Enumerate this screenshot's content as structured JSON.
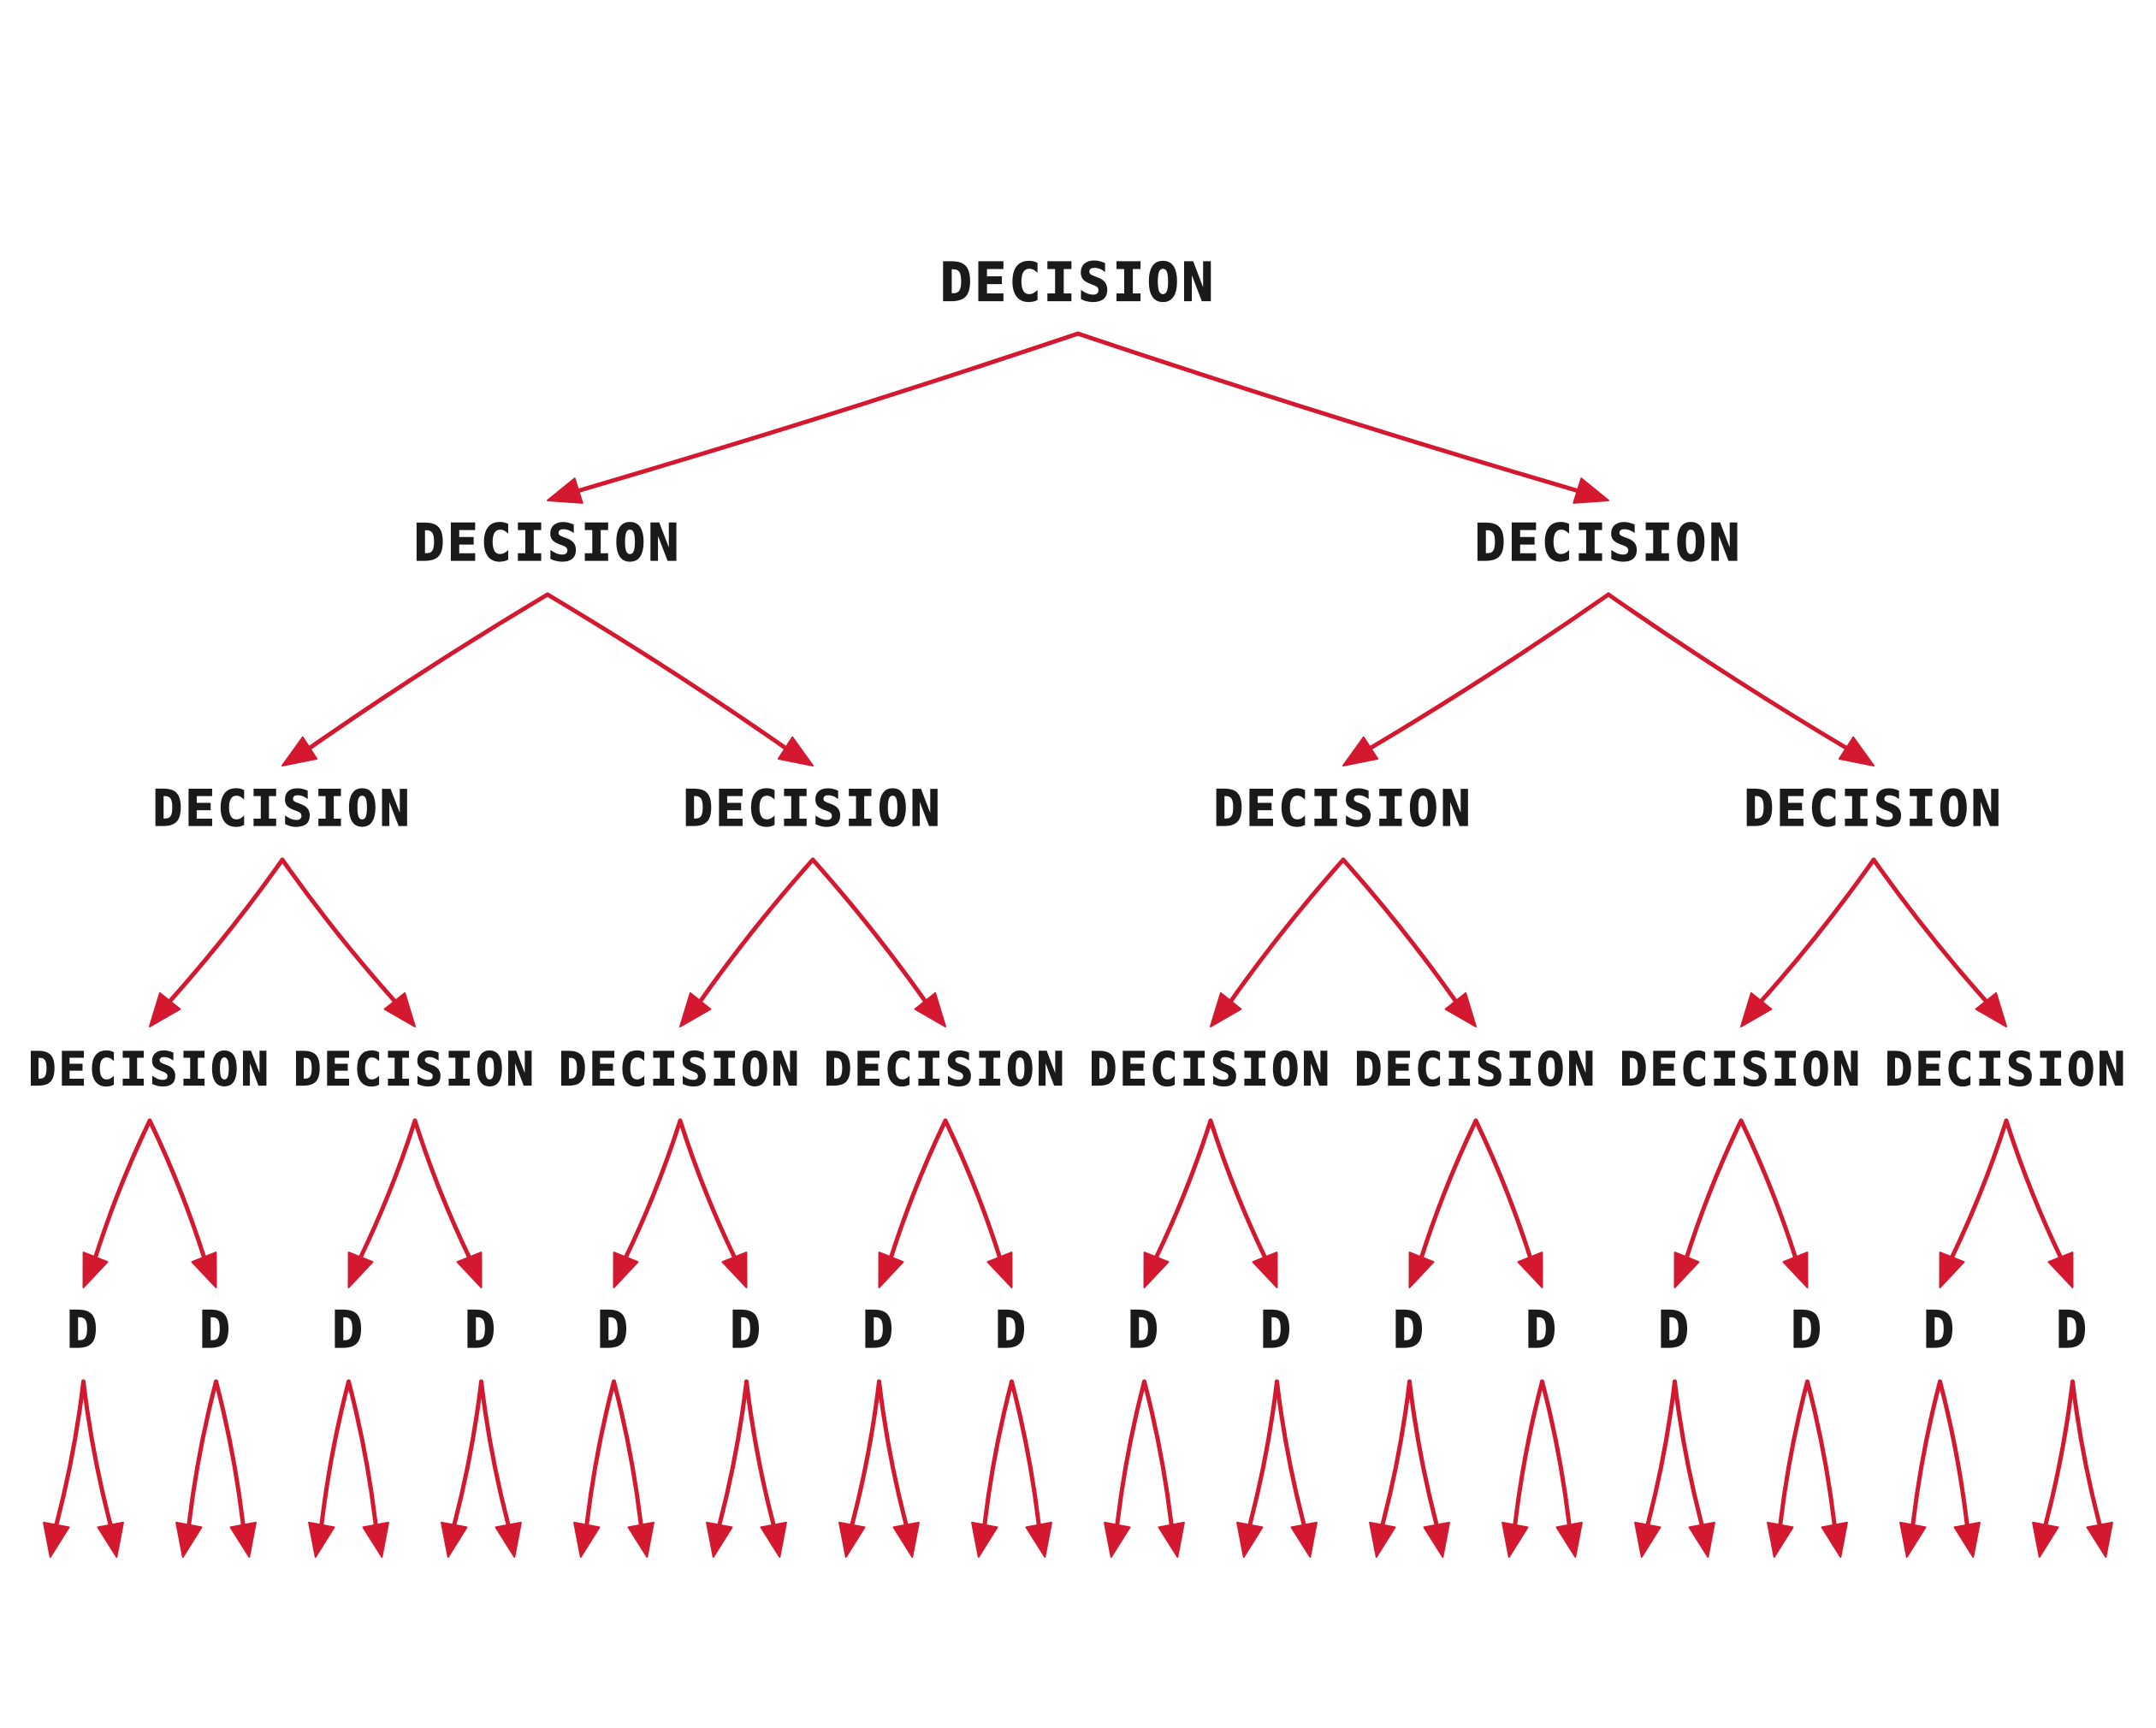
{
  "diagram": {
    "arrow_color": "#d4182f",
    "text_color": "#1a1a1a",
    "background": "#ffffff",
    "root": {
      "label": "DECISION",
      "children": [
        {
          "label": "DECISION",
          "children": [
            {
              "label": "DECISION",
              "children": [
                {
                  "label": "DECISION",
                  "children": [
                    {
                      "label": "D",
                      "children": [
                        {
                          "label": ""
                        },
                        {
                          "label": ""
                        }
                      ]
                    },
                    {
                      "label": "D",
                      "children": [
                        {
                          "label": ""
                        },
                        {
                          "label": ""
                        }
                      ]
                    }
                  ]
                },
                {
                  "label": "DECISION",
                  "children": [
                    {
                      "label": "D",
                      "children": [
                        {
                          "label": ""
                        },
                        {
                          "label": ""
                        }
                      ]
                    },
                    {
                      "label": "D",
                      "children": [
                        {
                          "label": ""
                        },
                        {
                          "label": ""
                        }
                      ]
                    }
                  ]
                }
              ]
            },
            {
              "label": "DECISION",
              "children": [
                {
                  "label": "DECISION",
                  "children": [
                    {
                      "label": "D",
                      "children": [
                        {
                          "label": ""
                        },
                        {
                          "label": ""
                        }
                      ]
                    },
                    {
                      "label": "D",
                      "children": [
                        {
                          "label": ""
                        },
                        {
                          "label": ""
                        }
                      ]
                    }
                  ]
                },
                {
                  "label": "DECISION",
                  "children": [
                    {
                      "label": "D",
                      "children": [
                        {
                          "label": ""
                        },
                        {
                          "label": ""
                        }
                      ]
                    },
                    {
                      "label": "D",
                      "children": [
                        {
                          "label": ""
                        },
                        {
                          "label": ""
                        }
                      ]
                    }
                  ]
                }
              ]
            }
          ]
        },
        {
          "label": "DECISION",
          "children": [
            {
              "label": "DECISION",
              "children": [
                {
                  "label": "DECISION",
                  "children": [
                    {
                      "label": "D",
                      "children": [
                        {
                          "label": ""
                        },
                        {
                          "label": ""
                        }
                      ]
                    },
                    {
                      "label": "D",
                      "children": [
                        {
                          "label": ""
                        },
                        {
                          "label": ""
                        }
                      ]
                    }
                  ]
                },
                {
                  "label": "DECISION",
                  "children": [
                    {
                      "label": "D",
                      "children": [
                        {
                          "label": ""
                        },
                        {
                          "label": ""
                        }
                      ]
                    },
                    {
                      "label": "D",
                      "children": [
                        {
                          "label": ""
                        },
                        {
                          "label": ""
                        }
                      ]
                    }
                  ]
                }
              ]
            },
            {
              "label": "DECISION",
              "children": [
                {
                  "label": "DECISION",
                  "children": [
                    {
                      "label": "D",
                      "children": [
                        {
                          "label": ""
                        },
                        {
                          "label": ""
                        }
                      ]
                    },
                    {
                      "label": "D",
                      "children": [
                        {
                          "label": ""
                        },
                        {
                          "label": ""
                        }
                      ]
                    }
                  ]
                },
                {
                  "label": "DECISION",
                  "children": [
                    {
                      "label": "D",
                      "children": [
                        {
                          "label": ""
                        },
                        {
                          "label": ""
                        }
                      ]
                    },
                    {
                      "label": "D",
                      "children": [
                        {
                          "label": ""
                        },
                        {
                          "label": ""
                        }
                      ]
                    }
                  ]
                }
              ]
            }
          ]
        }
      ]
    }
  }
}
